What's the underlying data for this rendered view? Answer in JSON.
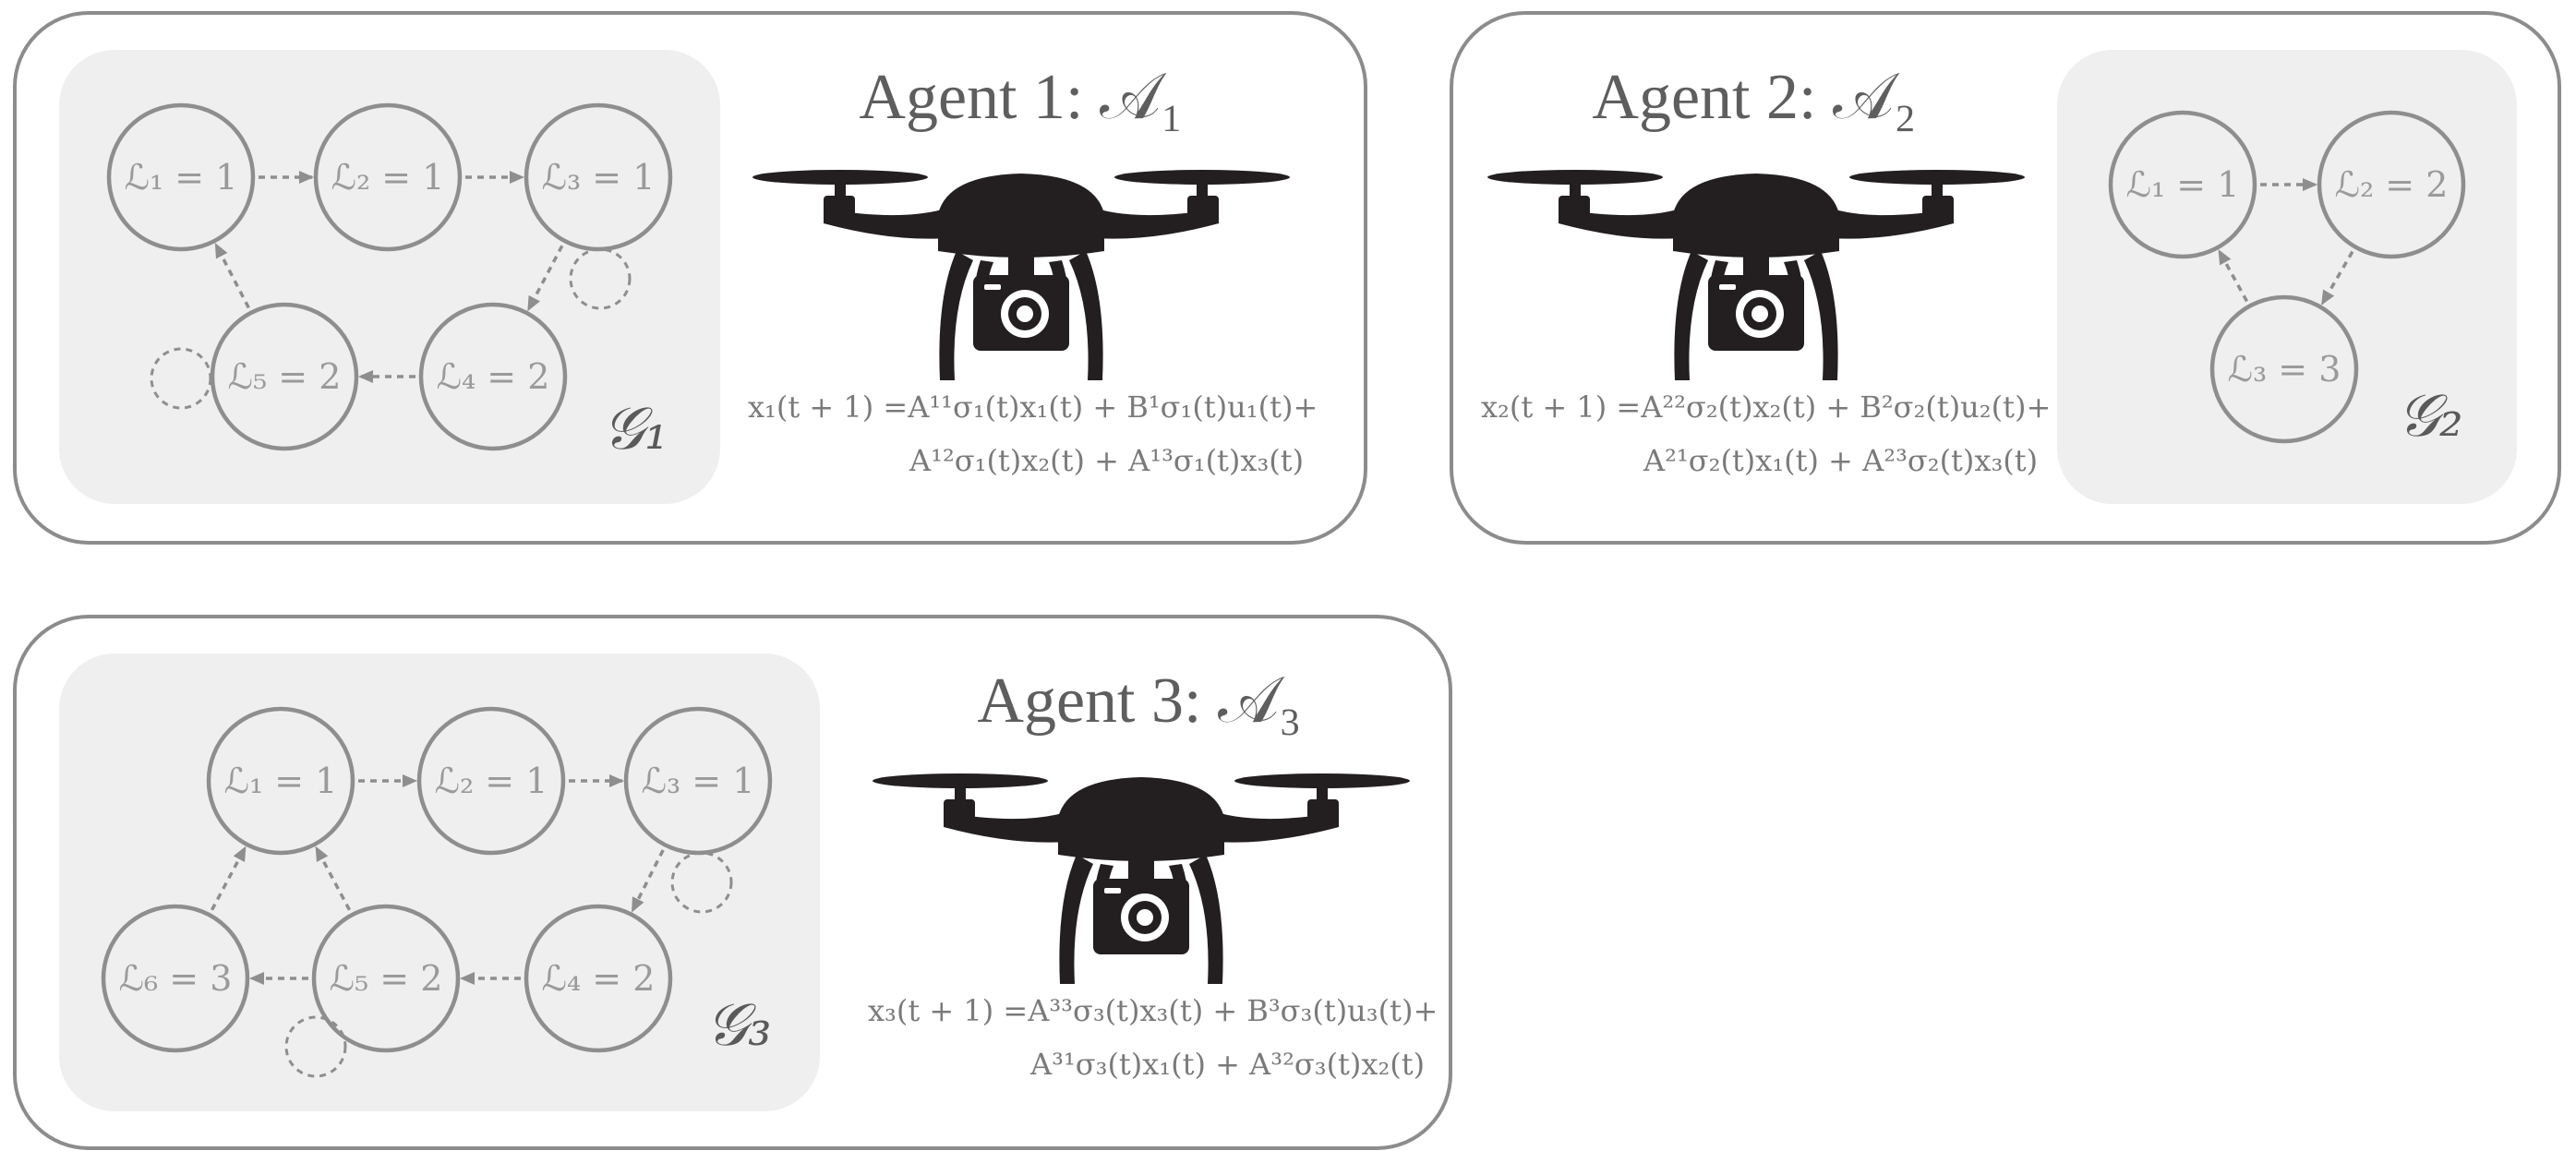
{
  "panels": [
    {
      "id": "agent-1",
      "title": "Agent 1: 𝒜₁",
      "graph_label": "𝒢₁",
      "nodes": [
        {
          "id": "n1",
          "label": "ℒ₁ = 1"
        },
        {
          "id": "n2",
          "label": "ℒ₂ = 1"
        },
        {
          "id": "n3",
          "label": "ℒ₃ = 1"
        },
        {
          "id": "n4",
          "label": "ℒ₄ = 2"
        },
        {
          "id": "n5",
          "label": "ℒ₅ = 2"
        }
      ],
      "edges": [
        {
          "from": "n1",
          "to": "n2"
        },
        {
          "from": "n2",
          "to": "n3"
        },
        {
          "from": "n3",
          "to": "n4"
        },
        {
          "from": "n4",
          "to": "n5"
        },
        {
          "from": "n5",
          "to": "n1"
        },
        {
          "from": "n3",
          "to": "n3",
          "self": true
        },
        {
          "from": "n5",
          "to": "n5",
          "self": true
        }
      ],
      "equation_line1": "x₁(t + 1) =A¹¹σ₁(t)x₁(t) + B¹σ₁(t)u₁(t)+",
      "equation_line2": "A¹²σ₁(t)x₂(t) + A¹³σ₁(t)x₃(t)"
    },
    {
      "id": "agent-2",
      "title": "Agent 2: 𝒜₂",
      "graph_label": "𝒢₂",
      "nodes": [
        {
          "id": "n1",
          "label": "ℒ₁ = 1"
        },
        {
          "id": "n2",
          "label": "ℒ₂ = 2"
        },
        {
          "id": "n3",
          "label": "ℒ₃ = 3"
        }
      ],
      "edges": [
        {
          "from": "n1",
          "to": "n2"
        },
        {
          "from": "n2",
          "to": "n3"
        },
        {
          "from": "n3",
          "to": "n1"
        }
      ],
      "equation_line1": "x₂(t + 1) =A²²σ₂(t)x₂(t) + B²σ₂(t)u₂(t)+",
      "equation_line2": "A²¹σ₂(t)x₁(t) + A²³σ₂(t)x₃(t)"
    },
    {
      "id": "agent-3",
      "title": "Agent 3: 𝒜₃",
      "graph_label": "𝒢₃",
      "nodes": [
        {
          "id": "n1",
          "label": "ℒ₁ = 1"
        },
        {
          "id": "n2",
          "label": "ℒ₂ = 1"
        },
        {
          "id": "n3",
          "label": "ℒ₃ = 1"
        },
        {
          "id": "n4",
          "label": "ℒ₄ = 2"
        },
        {
          "id": "n5",
          "label": "ℒ₅ = 2"
        },
        {
          "id": "n6",
          "label": "ℒ₆ = 3"
        }
      ],
      "edges": [
        {
          "from": "n1",
          "to": "n2"
        },
        {
          "from": "n2",
          "to": "n3"
        },
        {
          "from": "n3",
          "to": "n4"
        },
        {
          "from": "n4",
          "to": "n5"
        },
        {
          "from": "n5",
          "to": "n6"
        },
        {
          "from": "n5",
          "to": "n1"
        },
        {
          "from": "n6",
          "to": "n1"
        },
        {
          "from": "n3",
          "to": "n3",
          "self": true
        },
        {
          "from": "n5",
          "to": "n5",
          "self": true
        }
      ],
      "equation_line1": "x₃(t + 1) =A³³σ₃(t)x₃(t) + B³σ₃(t)u₃(t)+",
      "equation_line2": "A³¹σ₃(t)x₁(t) + A³²σ₃(t)x₂(t)"
    }
  ],
  "colors": {
    "panel_border": "#8c8c8c",
    "graph_bg": "#efefef",
    "node_stroke": "#8e8e8e",
    "edge": "#8e8e8e",
    "drone": "#231f20"
  },
  "icons": [
    "drone-icon"
  ]
}
